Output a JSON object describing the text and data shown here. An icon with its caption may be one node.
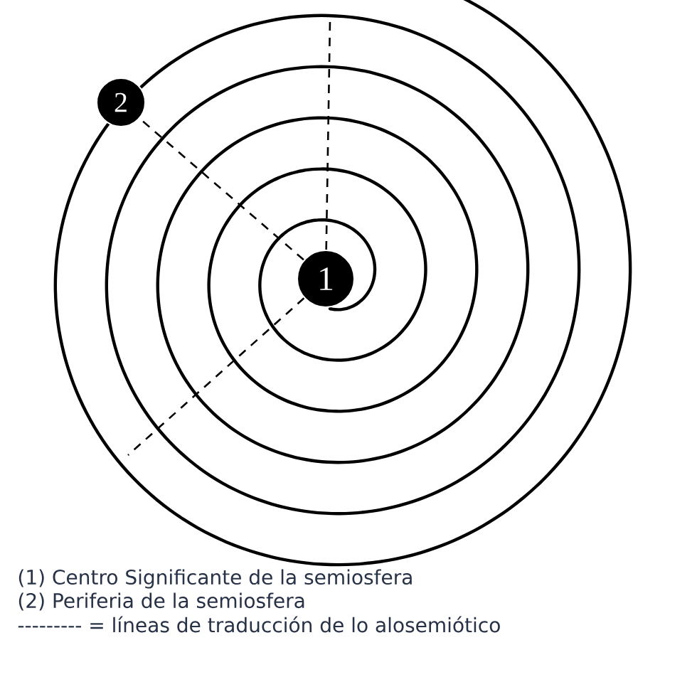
{
  "diagram": {
    "nodes": [
      {
        "text": [
          "1"
        ]
      },
      {
        "text": [
          "2"
        ]
      }
    ],
    "edges": [
      {
        "from": 0,
        "to": 1,
        "arrow": "none",
        "style": "dashed"
      },
      {
        "from": 0,
        "to": null,
        "arrow": "none",
        "style": "dashed"
      },
      {
        "from": 0,
        "to": null,
        "arrow": "none",
        "style": "dashed"
      }
    ],
    "labels": [
      "(1) Centro Significante de la semiosfera",
      "(2) Periferia de la semiosfera",
      "--------- = líneas de traducción de lo alosemiótico"
    ]
  }
}
